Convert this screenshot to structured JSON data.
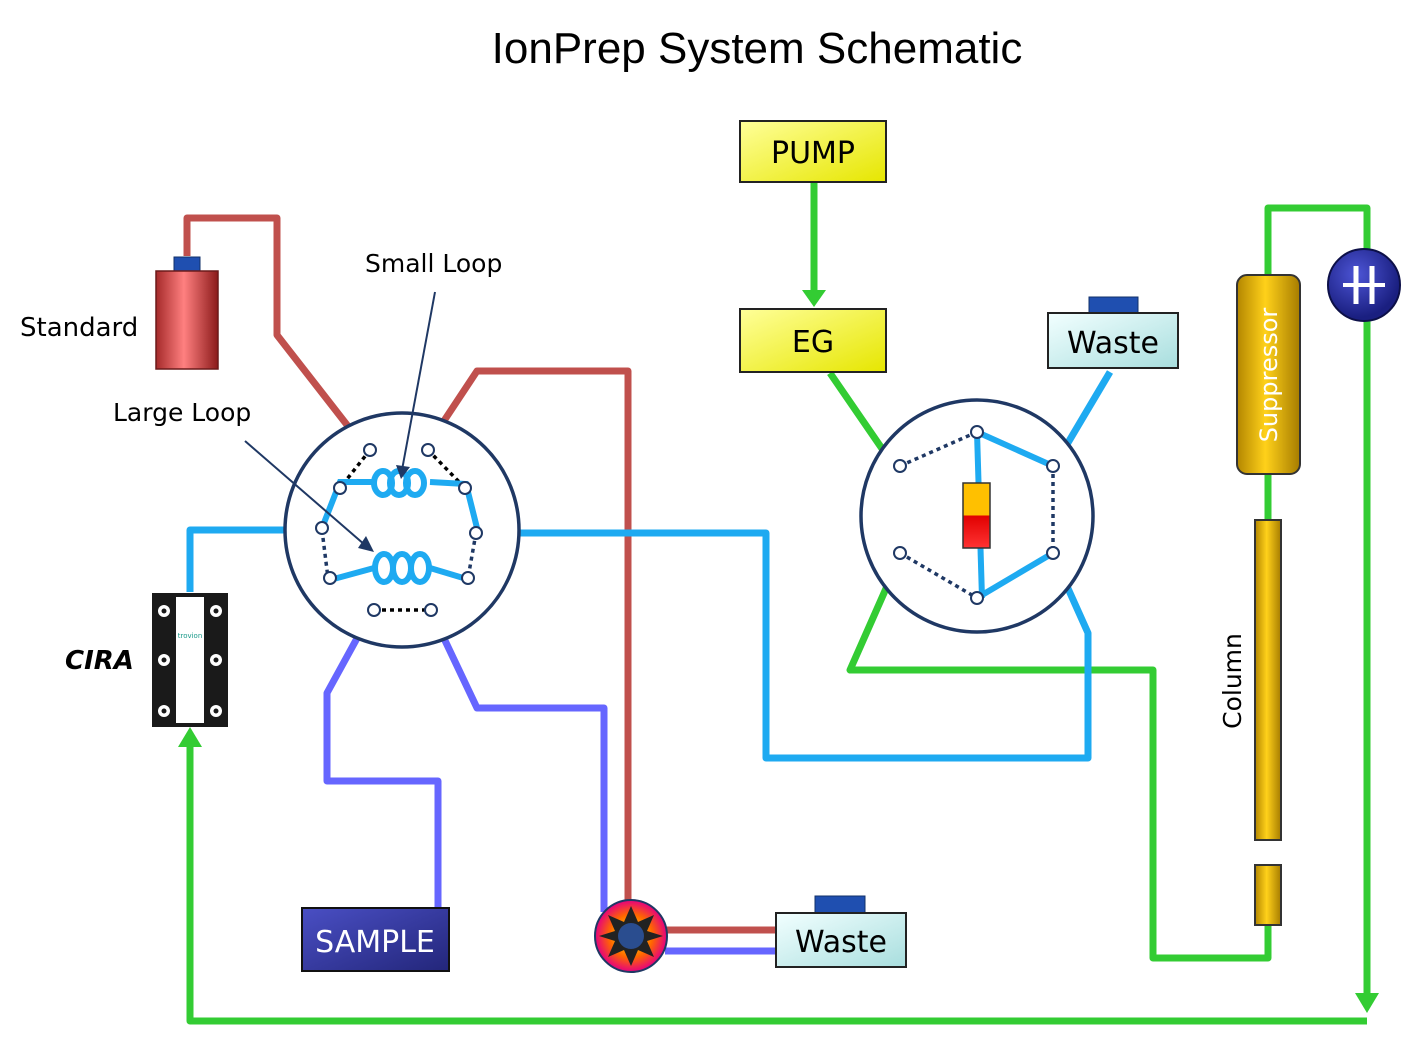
{
  "title": "IonPrep System Schematic",
  "labels": {
    "standard": "Standard",
    "small_loop": "Small Loop",
    "large_loop": "Large Loop",
    "cira": "CIRA",
    "pump": "PUMP",
    "eg": "EG",
    "waste_top": "Waste",
    "waste_bottom": "Waste",
    "sample": "SAMPLE",
    "suppressor": "Suppressor",
    "column": "Column",
    "cira_brand": "trovion"
  },
  "colors": {
    "red_line": "#c0504d",
    "blue_line": "#1eaaf1",
    "violet_line": "#6666ff",
    "green_line": "#33cc33",
    "valve_ring": "#1f3864",
    "yellow_box": "#ffff66",
    "sample_box": "#2e3192",
    "gold": "#ffc000"
  },
  "icons": [
    "check-valve-icon",
    "detector-cell-icon",
    "standard-bottle-icon",
    "cira-module-icon",
    "trap-cartridge-icon"
  ]
}
